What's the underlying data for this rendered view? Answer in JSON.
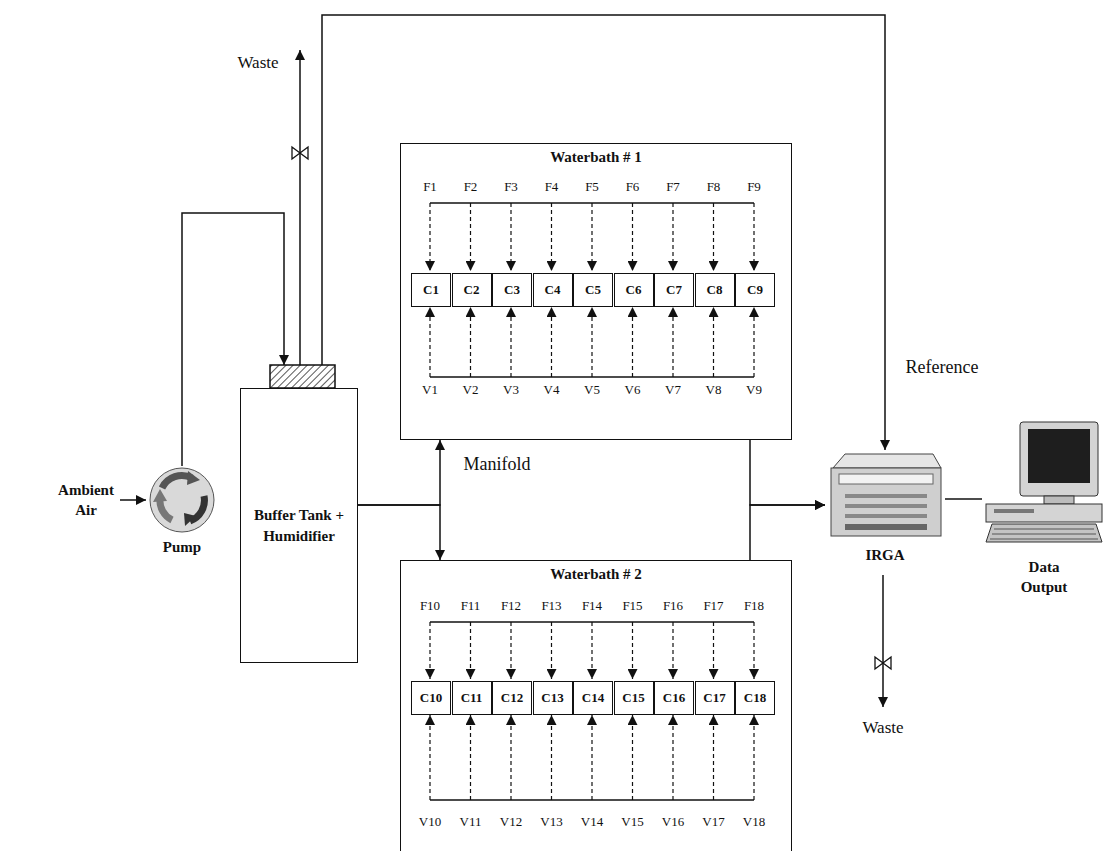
{
  "diagram": {
    "nodes": [
      {
        "text": [
          "Pump"
        ]
      },
      {
        "text": [
          "Buffer Tank + Humidifier"
        ]
      },
      {
        "text": [
          "Waterbath # 1"
        ]
      },
      {
        "text": [
          "C1"
        ],
        "in": 2
      },
      {
        "text": [
          "C2"
        ],
        "in": 2
      },
      {
        "text": [
          "C3"
        ],
        "in": 2
      },
      {
        "text": [
          "C4"
        ],
        "in": 2
      },
      {
        "text": [
          "C5"
        ],
        "in": 2
      },
      {
        "text": [
          "C6"
        ],
        "in": 2
      },
      {
        "text": [
          "C7"
        ],
        "in": 2
      },
      {
        "text": [
          "C8"
        ],
        "in": 2
      },
      {
        "text": [
          "C9"
        ],
        "in": 2
      },
      {
        "text": [
          "Waterbath # 2"
        ]
      },
      {
        "text": [
          "C10"
        ],
        "in": 12
      },
      {
        "text": [
          "C11"
        ],
        "in": 12
      },
      {
        "text": [
          "C12"
        ],
        "in": 12
      },
      {
        "text": [
          "C13"
        ],
        "in": 12
      },
      {
        "text": [
          "C14"
        ],
        "in": 12
      },
      {
        "text": [
          "C15"
        ],
        "in": 12
      },
      {
        "text": [
          "C16"
        ],
        "in": 12
      },
      {
        "text": [
          "C17"
        ],
        "in": 12
      },
      {
        "text": [
          "C18"
        ],
        "in": 12
      },
      {
        "text": [
          "IRGA"
        ]
      },
      {
        "text": [
          "Data Output"
        ]
      }
    ],
    "edges": [
      {
        "from": 0,
        "to": 1,
        "arrow": "to"
      },
      {
        "from": 1,
        "to": 2,
        "arrow": "to"
      },
      {
        "from": 1,
        "to": 12,
        "arrow": "to"
      },
      {
        "from": 2,
        "to": 22,
        "arrow": "to"
      },
      {
        "from": 12,
        "to": 22,
        "arrow": "to"
      },
      {
        "from": 1,
        "to": 22,
        "arrow": "to"
      },
      {
        "from": 22,
        "to": 23,
        "arrow": "none"
      }
    ],
    "labels": [
      "Waste",
      "F1",
      "F2",
      "F3",
      "F4",
      "F5",
      "F6",
      "F7",
      "F8",
      "F9",
      "Reference",
      "V1",
      "V2",
      "V3",
      "V4",
      "V5",
      "V6",
      "V7",
      "V8",
      "V9",
      "Ambient Air",
      "Manifold",
      "F10",
      "F11",
      "F12",
      "F13",
      "F14",
      "F15",
      "F16",
      "F17",
      "F18",
      "Waste",
      "V10",
      "V11",
      "V12",
      "V13",
      "V14",
      "V15",
      "V16",
      "V17",
      "V18"
    ]
  }
}
